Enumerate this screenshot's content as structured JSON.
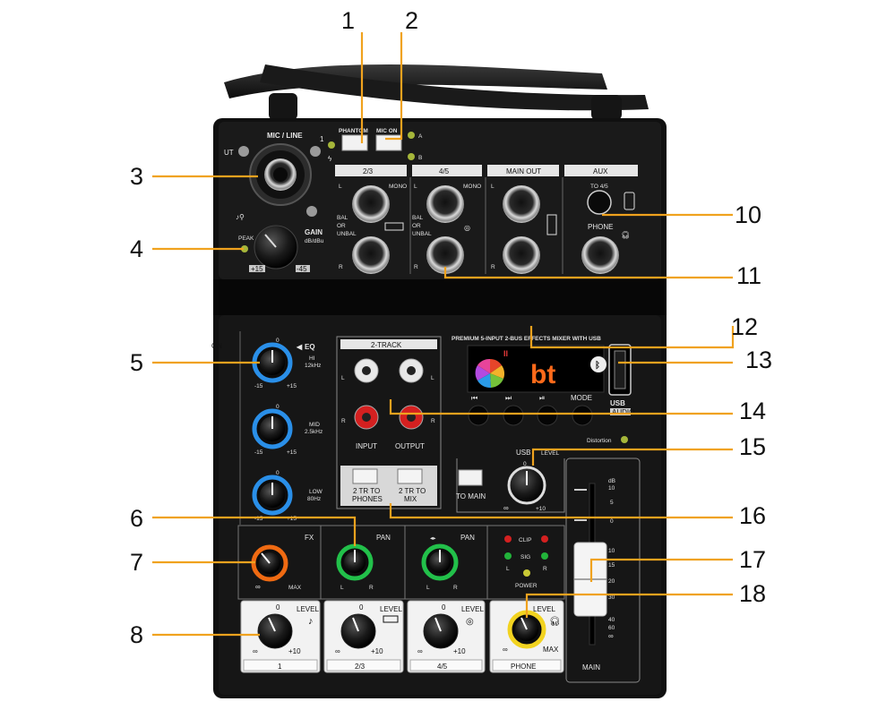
{
  "callout_numbers": [
    "1",
    "2",
    "3",
    "4",
    "5",
    "6",
    "7",
    "8",
    "10",
    "11",
    "12",
    "13",
    "14",
    "15",
    "16",
    "17",
    "18"
  ],
  "panel": {
    "top_labels": {
      "phantom": "PHANTOM",
      "mic_on": "MIC ON",
      "ut": "UT",
      "on": "ON",
      "led_a": "A",
      "led_b": "B",
      "channel_one": "1",
      "mic_line": "MIC / LINE",
      "gain": "GAIN",
      "gain_unit": "dB/dBu",
      "peak": "PEAK",
      "gain_min": "+15",
      "gain_max": "-45"
    },
    "jack_sections": {
      "ch23": "2/3",
      "ch45": "4/5",
      "main_out": "MAIN OUT",
      "aux": "AUX",
      "left": "L",
      "right": "R",
      "mono": "MONO",
      "bal": "BAL",
      "or": "OR",
      "unbal": "UNBAL",
      "to45": "TO 4/5",
      "phone": "PHONE"
    },
    "eq": {
      "title": "EQ",
      "hi": "HI",
      "hi_freq": "12kHz",
      "mid": "MID",
      "mid_freq": "2.5kHz",
      "low": "LOW",
      "low_freq": "80Hz",
      "zero": "0",
      "min": "-15",
      "max": "+15"
    },
    "two_track": {
      "title": "2-TRACK",
      "left": "L",
      "right": "R",
      "input": "INPUT",
      "output": "OUTPUT",
      "btn1_l1": "2 TR TO",
      "btn1_l2": "PHONES",
      "btn2_l1": "2 TR TO",
      "btn2_l2": "MIX"
    },
    "display": {
      "heading": "PREMIUM 5-INPUT 2-BUS EFFECTS MIXER WITH USB",
      "readout": "bt",
      "mode": "MODE",
      "usb": "USB",
      "usb_audio": "AUDIO",
      "distortion": "Distortion"
    },
    "usb_level": {
      "usb": "USB",
      "level": "LEVEL",
      "zero": "0",
      "min": "∞",
      "max": "+10",
      "to_main": "TO MAIN"
    },
    "fader": {
      "db": "dB",
      "scale": [
        "10",
        "5",
        "0",
        "10",
        "15",
        "20",
        "30",
        "40",
        "60",
        "∞"
      ],
      "main": "MAIN"
    },
    "lower_knobs": {
      "fx": "FX",
      "pan": "PAN",
      "max": "MAX",
      "inf": "∞",
      "l": "L",
      "r": "R",
      "level": "LEVEL",
      "zero": "0",
      "plus10": "+10",
      "ch_labels": [
        "1",
        "2/3",
        "4/5",
        "PHONE"
      ]
    },
    "meter": {
      "clip": "CLIP",
      "sig": "SIG",
      "l": "L",
      "r": "R",
      "power": "POWER"
    }
  },
  "colors": {
    "callout": "#f0a21e",
    "hi_knob": "#2a8fe8",
    "fx_knob": "#ef6a12",
    "pan_knob": "#22c04a",
    "phone_knob": "#f2d320",
    "display_digits": "#ff6a1a"
  }
}
